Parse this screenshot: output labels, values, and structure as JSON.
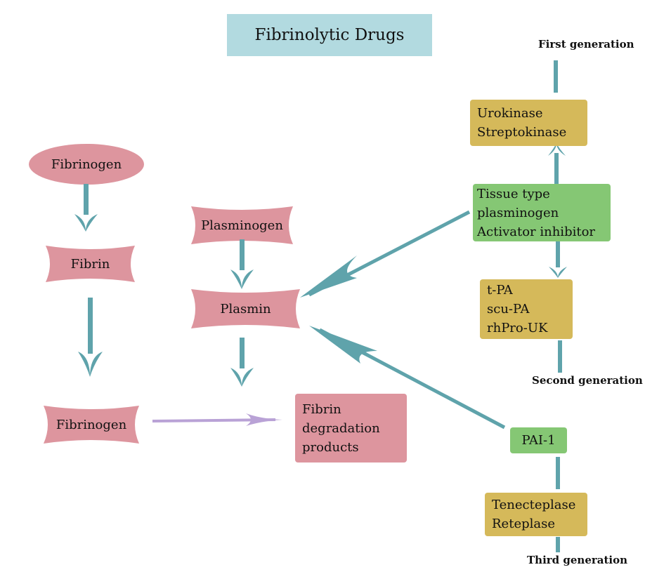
{
  "title": "Fibrinolytic Drugs",
  "colors": {
    "title_bg": "#b2dae0",
    "substrate_pink": "#dd959e",
    "drug_gold": "#d5b95a",
    "inhibitor_green": "#85c774",
    "arrow_teal": "#5fa3ab",
    "arrow_purple": "#b9a2d6"
  },
  "left_column": {
    "fibrinogen_top": "Fibrinogen",
    "fibrin": "Fibrin",
    "fibrinogen_bottom": "Fibrinogen"
  },
  "middle_column": {
    "plasminogen": "Plasminogen",
    "plasmin": "Plasmin",
    "products": [
      "Fibrin",
      "degradation",
      "products"
    ]
  },
  "right_column": {
    "first_generation_label": "First generation",
    "first_generation_drugs": [
      "Urokinase",
      "Streptokinase"
    ],
    "tpa_inhibitor": [
      "Tissue type",
      "plasminogen",
      "Activator inhibitor"
    ],
    "second_generation_drugs": [
      "t-PA",
      "scu-PA",
      "rhPro-UK"
    ],
    "second_generation_label": "Second generation",
    "pai1": "PAI-1",
    "third_generation_drugs": [
      "Tenecteplase",
      "Reteplase"
    ],
    "third_generation_label": "Third generation"
  },
  "edges": [
    {
      "from": "Fibrinogen",
      "to": "Fibrin",
      "style": "teal-arrow"
    },
    {
      "from": "Fibrin",
      "to": "Fibrinogen",
      "style": "teal-arrow"
    },
    {
      "from": "Plasminogen",
      "to": "Plasmin",
      "style": "teal-arrow"
    },
    {
      "from": "Plasmin",
      "to": "Fibrin degradation products",
      "style": "teal-arrow"
    },
    {
      "from": "Fibrinogen",
      "to": "Fibrin degradation products",
      "style": "purple-arrow"
    },
    {
      "from": "Tissue type plasminogen Activator inhibitor",
      "to": "Plasmin",
      "style": "teal-arrow"
    },
    {
      "from": "PAI-1",
      "to": "Plasmin",
      "style": "teal-arrow"
    },
    {
      "from": "Tissue type plasminogen Activator inhibitor",
      "to": "Urokinase Streptokinase",
      "style": "teal-arrow"
    },
    {
      "from": "Tissue type plasminogen Activator inhibitor",
      "to": "t-PA scu-PA rhPro-UK",
      "style": "teal-arrow"
    },
    {
      "from": "PAI-1",
      "to": "Tenecteplase Reteplase",
      "style": "teal-line"
    }
  ]
}
